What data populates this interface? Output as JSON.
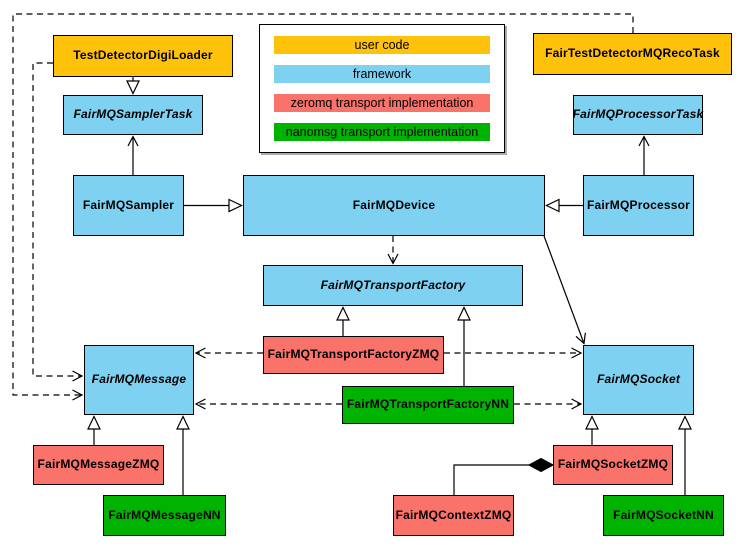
{
  "colors": {
    "user_code": "#FFC20A",
    "framework": "#7FD1F1",
    "zeromq": "#F9736B",
    "nanomsg": "#00B300"
  },
  "legend": {
    "items": [
      {
        "label": "user code",
        "color": "#FFC20A"
      },
      {
        "label": "framework",
        "color": "#7FD1F1"
      },
      {
        "label": "zeromq transport implementation",
        "color": "#F9736B"
      },
      {
        "label": "nanomsg transport implementation",
        "color": "#00B300"
      }
    ]
  },
  "nodes": {
    "testDetectorDigiLoader": {
      "label": "TestDetectorDigiLoader",
      "category": "user_code",
      "abstract": false
    },
    "fairTestDetectorMQRecoTask": {
      "label": "FairTestDetectorMQRecoTask",
      "category": "user_code",
      "abstract": false
    },
    "fairMQSamplerTask": {
      "label": "FairMQSamplerTask",
      "category": "framework",
      "abstract": true
    },
    "fairMQProcessorTask": {
      "label": "FairMQProcessorTask",
      "category": "framework",
      "abstract": true
    },
    "fairMQSampler": {
      "label": "FairMQSampler",
      "category": "framework",
      "abstract": false
    },
    "fairMQDevice": {
      "label": "FairMQDevice",
      "category": "framework",
      "abstract": false
    },
    "fairMQProcessor": {
      "label": "FairMQProcessor",
      "category": "framework",
      "abstract": false
    },
    "fairMQTransportFactory": {
      "label": "FairMQTransportFactory",
      "category": "framework",
      "abstract": true
    },
    "fairMQTransportFactoryZMQ": {
      "label": "FairMQTransportFactoryZMQ",
      "category": "zeromq",
      "abstract": false
    },
    "fairMQTransportFactoryNN": {
      "label": "FairMQTransportFactoryNN",
      "category": "nanomsg",
      "abstract": false
    },
    "fairMQMessage": {
      "label": "FairMQMessage",
      "category": "framework",
      "abstract": true
    },
    "fairMQSocket": {
      "label": "FairMQSocket",
      "category": "framework",
      "abstract": true
    },
    "fairMQMessageZMQ": {
      "label": "FairMQMessageZMQ",
      "category": "zeromq",
      "abstract": false
    },
    "fairMQMessageNN": {
      "label": "FairMQMessageNN",
      "category": "nanomsg",
      "abstract": false
    },
    "fairMQContextZMQ": {
      "label": "FairMQContextZMQ",
      "category": "zeromq",
      "abstract": false
    },
    "fairMQSocketZMQ": {
      "label": "FairMQSocketZMQ",
      "category": "zeromq",
      "abstract": false
    },
    "fairMQSocketNN": {
      "label": "FairMQSocketNN",
      "category": "nanomsg",
      "abstract": false
    }
  },
  "edges": [
    {
      "from": "TestDetectorDigiLoader",
      "to": "FairMQSamplerTask",
      "type": "inheritance"
    },
    {
      "from": "FairTestDetectorMQRecoTask",
      "to": "FairMQProcessorTask",
      "type": "inheritance"
    },
    {
      "from": "FairMQSampler",
      "to": "FairMQSamplerTask",
      "type": "association"
    },
    {
      "from": "FairMQProcessor",
      "to": "FairMQProcessorTask",
      "type": "association"
    },
    {
      "from": "FairMQSampler",
      "to": "FairMQDevice",
      "type": "inheritance"
    },
    {
      "from": "FairMQProcessor",
      "to": "FairMQDevice",
      "type": "inheritance"
    },
    {
      "from": "FairMQDevice",
      "to": "FairMQTransportFactory",
      "type": "dependency"
    },
    {
      "from": "FairMQDevice",
      "to": "FairMQSocket",
      "type": "association"
    },
    {
      "from": "FairMQTransportFactoryZMQ",
      "to": "FairMQTransportFactory",
      "type": "inheritance"
    },
    {
      "from": "FairMQTransportFactoryNN",
      "to": "FairMQTransportFactory",
      "type": "inheritance"
    },
    {
      "from": "FairMQTransportFactoryZMQ",
      "to": "FairMQMessage",
      "type": "dependency"
    },
    {
      "from": "FairMQTransportFactoryZMQ",
      "to": "FairMQSocket",
      "type": "dependency"
    },
    {
      "from": "FairMQTransportFactoryNN",
      "to": "FairMQMessage",
      "type": "dependency"
    },
    {
      "from": "FairMQTransportFactoryNN",
      "to": "FairMQSocket",
      "type": "dependency"
    },
    {
      "from": "TestDetectorDigiLoader",
      "to": "FairMQMessage",
      "type": "dependency"
    },
    {
      "from": "FairTestDetectorMQRecoTask",
      "to": "FairMQMessage",
      "type": "dependency"
    },
    {
      "from": "FairMQMessageZMQ",
      "to": "FairMQMessage",
      "type": "inheritance"
    },
    {
      "from": "FairMQMessageNN",
      "to": "FairMQMessage",
      "type": "inheritance"
    },
    {
      "from": "FairMQSocketZMQ",
      "to": "FairMQSocket",
      "type": "inheritance"
    },
    {
      "from": "FairMQSocketNN",
      "to": "FairMQSocket",
      "type": "inheritance"
    },
    {
      "from": "FairMQContextZMQ",
      "to": "FairMQSocketZMQ",
      "type": "composition"
    }
  ]
}
